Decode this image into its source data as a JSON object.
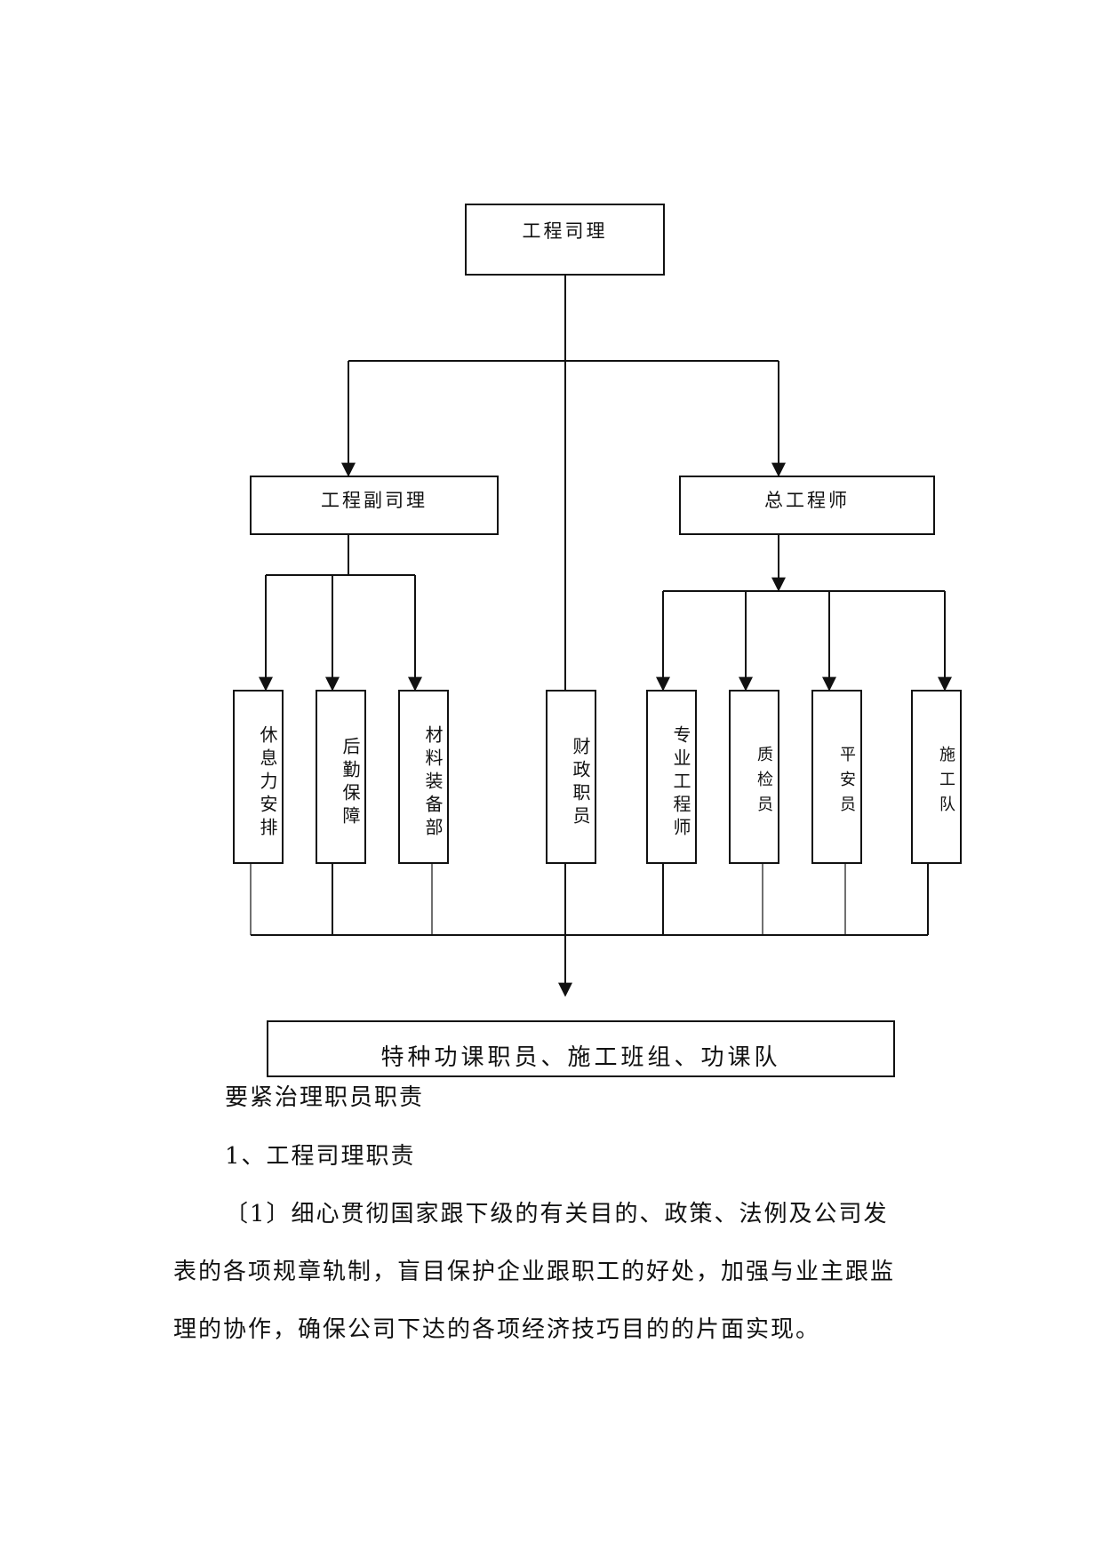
{
  "org_chart": {
    "top": "工程司理",
    "deputy": "工程副司理",
    "chief_engineer": "总工程师",
    "deputy_depts": [
      "休息力安排",
      "后勤保障",
      "材料装备部"
    ],
    "finance": "财政职员",
    "engineer_depts": [
      "专业工程师",
      "质检员",
      "平安员",
      "施工队"
    ],
    "bottom": "特种功课职员、施工班组、功课队"
  },
  "document": {
    "heading": "要紧治理职员职责",
    "section_1": "1、工程司理职责",
    "para_line_1": "〔1〕细心贯彻国家跟下级的有关目的、政策、法例及公司发",
    "para_line_2": "表的各项规章轨制，盲目保护企业跟职工的好处，加强与业主跟监",
    "para_line_3": "理的协作，确保公司下达的各项经济技巧目的的片面实现。"
  }
}
